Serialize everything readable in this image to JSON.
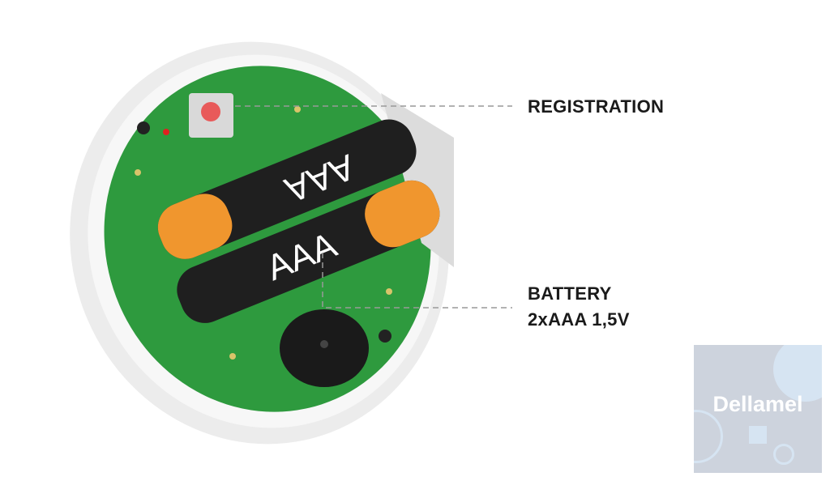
{
  "callouts": {
    "registration": "REGISTRATION",
    "battery_line1": "BATTERY",
    "battery_line2": "2xAAA 1,5V"
  },
  "batteries": {
    "top_label": "AAA",
    "bottom_label": "AAA"
  },
  "watermark": "Dellamel",
  "colors": {
    "pcb": "#2e9a3e",
    "battery_body": "#1f1f1f",
    "battery_cap": "#f0962e",
    "button": "#e85a5a"
  }
}
